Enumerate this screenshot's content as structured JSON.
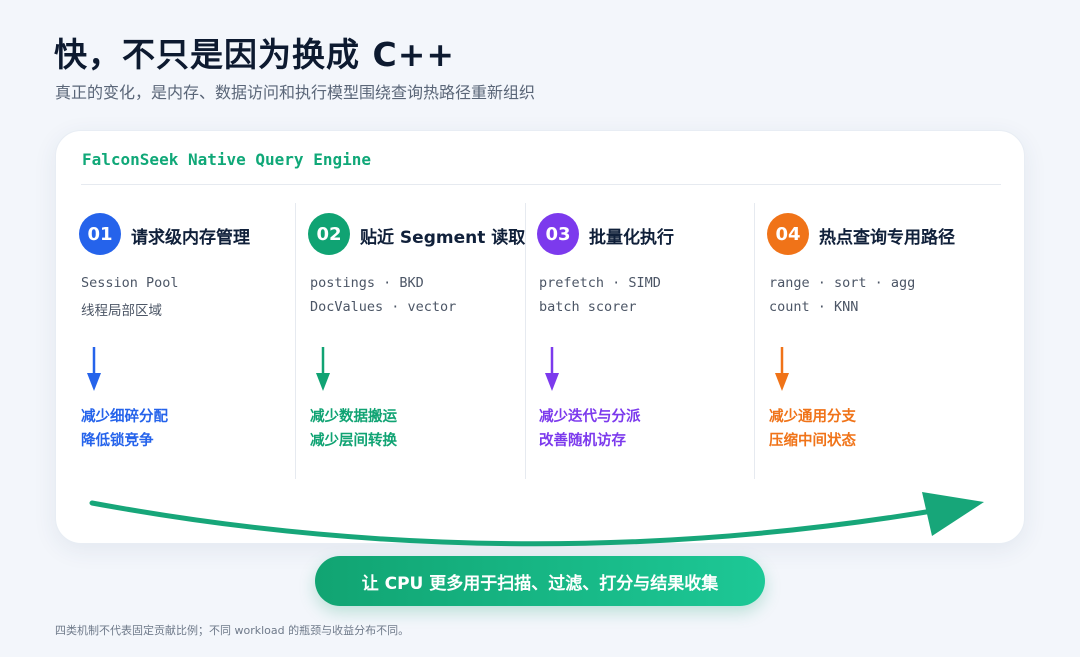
{
  "header": {
    "title": "快，不只是因为换成 C++",
    "subtitle": "真正的变化，是内存、数据访问和执行模型围绕查询热路径重新组织"
  },
  "card": {
    "engine_name": "FalconSeek Native Query Engine",
    "columns": [
      {
        "number": "01",
        "title": "请求级内存管理",
        "line1": "Session Pool",
        "line2": "线程局部区域",
        "effect1": "减少细碎分配",
        "effect2": "降低锁竞争",
        "color": "#2563eb"
      },
      {
        "number": "02",
        "title": "贴近 Segment 读取",
        "line1": "postings · BKD",
        "line2": "DocValues · vector",
        "effect1": "减少数据搬运",
        "effect2": "减少层间转换",
        "color": "#10a373"
      },
      {
        "number": "03",
        "title": "批量化执行",
        "line1": "prefetch · SIMD",
        "line2": "batch scorer",
        "effect1": "减少迭代与分派",
        "effect2": "改善随机访存",
        "color": "#7c3aed"
      },
      {
        "number": "04",
        "title": "热点查询专用路径",
        "line1": "range · sort · agg",
        "line2": "count · KNN",
        "effect1": "减少通用分支",
        "effect2": "压缩中间状态",
        "color": "#f07318"
      }
    ]
  },
  "pill": {
    "label": "让 CPU 更多用于扫描、过滤、打分与结果收集"
  },
  "footnote": "四类机制不代表固定贡献比例；不同 workload 的瓶颈与收益分布不同。",
  "colors": {
    "accent": "#10a878",
    "arrow": "#17a679"
  }
}
